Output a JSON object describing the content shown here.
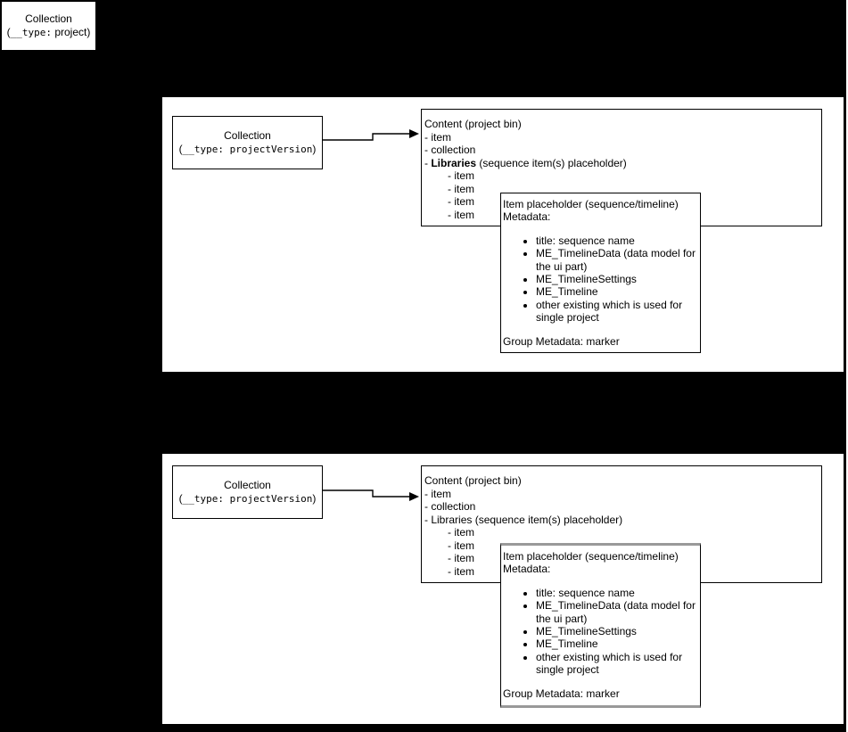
{
  "colors": {
    "background": "#000000",
    "shape_fill": "#ffffff",
    "stroke": "#000000",
    "selection_border": "#999999"
  },
  "root_box": {
    "title": "Collection",
    "type_open": "(",
    "type_mono": "__type:",
    "type_value": " project",
    "type_close": ")"
  },
  "panels": [
    {
      "collection_box": {
        "title": "Collection",
        "type_open": "(",
        "type_mono": "__type: projectVersion",
        "type_close": ")"
      },
      "content_box": {
        "title": "Content (project bin)",
        "rows": [
          "- item",
          "- collection"
        ],
        "libraries_prefix": "- ",
        "libraries_label": "Libraries",
        "libraries_suffix": " (sequence item(s) placeholder)",
        "libraries_bold": true,
        "children": [
          "- item",
          "- item",
          "- item",
          "- item"
        ]
      },
      "item_box": {
        "title": "Item placeholder (sequence/timeline)",
        "subtitle": "Metadata:",
        "bullets": [
          "title: sequence name",
          "ME_TimelineData (data model for the ui part)",
          "ME_TimelineSettings",
          "ME_Timeline",
          "other existing which is used for single project"
        ],
        "footer": "Group Metadata: marker"
      }
    },
    {
      "collection_box": {
        "title": "Collection",
        "type_open": "(",
        "type_mono": "__type: projectVersion",
        "type_close": ")"
      },
      "content_box": {
        "title": "Content (project bin)",
        "rows": [
          "- item",
          "- collection"
        ],
        "libraries_prefix": "- ",
        "libraries_label": "Libraries",
        "libraries_suffix": " (sequence item(s) placeholder)",
        "libraries_bold": false,
        "children": [
          "- item",
          "- item",
          "- item",
          "- item"
        ]
      },
      "item_box": {
        "title": "Item placeholder (sequence/timeline)",
        "subtitle": "Metadata:",
        "bullets": [
          "title: sequence name",
          "ME_TimelineData (data model for the ui part)",
          "ME_TimelineSettings",
          "ME_Timeline",
          "other existing which is used for single project"
        ],
        "footer": "Group Metadata: marker"
      }
    }
  ]
}
